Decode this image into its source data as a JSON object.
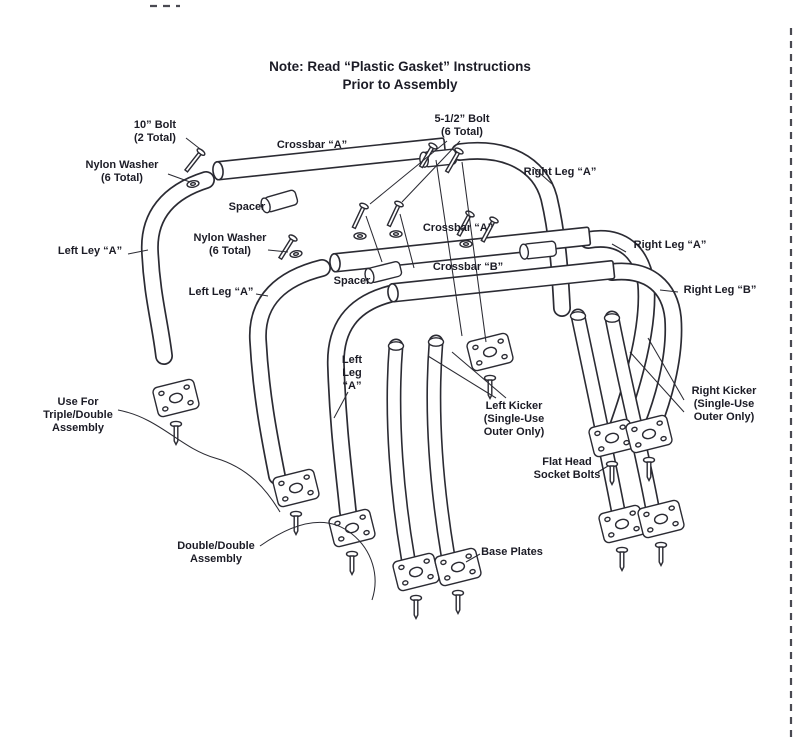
{
  "note": "Note: Read “Plastic Gasket” Instructions\nPrior to Assembly",
  "labels": {
    "bolt_10in": "10” Bolt\n(2 Total)",
    "bolt_5half": "5-1/2” Bolt\n(6 Total)",
    "crossbar_a_top": "Crossbar “A”",
    "nylon_washer_top": "Nylon Washer\n(6 Total)",
    "right_leg_a_top": "Right Leg “A”",
    "spacer_top": "Spacer",
    "crossbar_a_mid": "Crossbar “A”",
    "nylon_washer_mid": "Nylon Washer\n(6 Total)",
    "right_leg_a_mid": "Right Leg “A”",
    "left_ley_a": "Left Ley “A”",
    "crossbar_b": "Crossbar “B”",
    "spacer_mid": "Spacer",
    "right_leg_b": "Right Leg “B”",
    "left_leg_a": "Left Leg “A”",
    "left_leg_a_small": "Left\nLeg\n“A”",
    "use_for_triple_double": "Use For\nTriple/Double\nAssembly",
    "left_kicker": "Left Kicker\n(Single-Use\nOuter Only)",
    "right_kicker": "Right Kicker\n(Single-Use\nOuter Only)",
    "flat_head_socket_bolts": "Flat Head\nSocket Bolts",
    "double_double_assembly": "Double/Double\nAssembly",
    "base_plates": "Base Plates"
  },
  "colors": {
    "ink": "#1c1c26",
    "line": "#2b2b33",
    "background": "#ffffff"
  }
}
